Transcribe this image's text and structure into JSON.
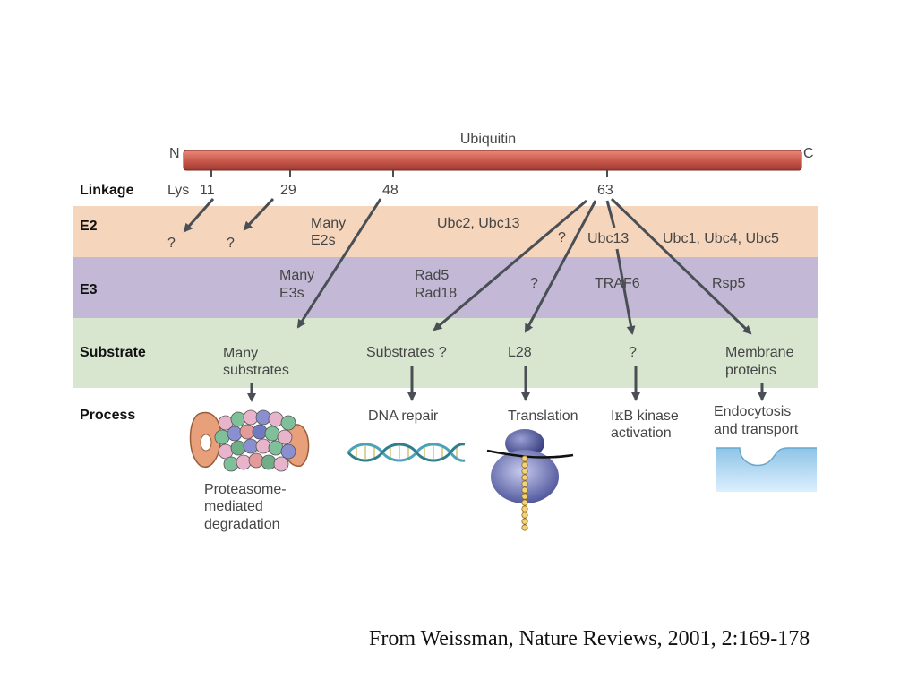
{
  "title": "Ubiquitin",
  "n_terminus": "N",
  "c_terminus": "C",
  "lys_label": "Lys",
  "rows": {
    "linkage": "Linkage",
    "e2": "E2",
    "e3": "E3",
    "substrate": "Substrate",
    "process": "Process"
  },
  "lysines": [
    "11",
    "29",
    "48",
    "63"
  ],
  "e2": {
    "q11": "?",
    "q29": "?",
    "many_line1": "Many",
    "many_line2": "E2s",
    "ubc2_ubc13": "Ubc2, Ubc13",
    "q63": "?",
    "ubc13": "Ubc13",
    "ubc1_4_5": "Ubc1, Ubc4, Ubc5"
  },
  "e3": {
    "many_line1": "Many",
    "many_line2": "E3s",
    "rad5": "Rad5",
    "rad18": "Rad18",
    "q": "?",
    "traf6": "TRAF6",
    "rsp5": "Rsp5"
  },
  "substrate": {
    "many_line1": "Many",
    "many_line2": "substrates",
    "substrates_q": "Substrates ?",
    "l28": "L28",
    "q": "?",
    "membrane_line1": "Membrane",
    "membrane_line2": "proteins"
  },
  "process": {
    "dna_repair": "DNA repair",
    "translation": "Translation",
    "ikb_line1_prefix": "I",
    "ikb_line1_kappa": "κ",
    "ikb_line1_suffix": "B kinase",
    "ikb_line2": "activation",
    "endo_line1": "Endocytosis",
    "endo_line2": "and transport",
    "proteasome_line1": "Proteasome-",
    "proteasome_line2": "mediated",
    "proteasome_line3": "degradation"
  },
  "citation": "From Weissman, Nature Reviews, 2001, 2:169-178",
  "colors": {
    "e2_band": "#f5d5bb",
    "e3_band": "#c3b8d5",
    "substrate_band": "#d8e5cf",
    "ubiquitin_bar": "#cc5a4e",
    "arrow": "#4a4f55"
  }
}
